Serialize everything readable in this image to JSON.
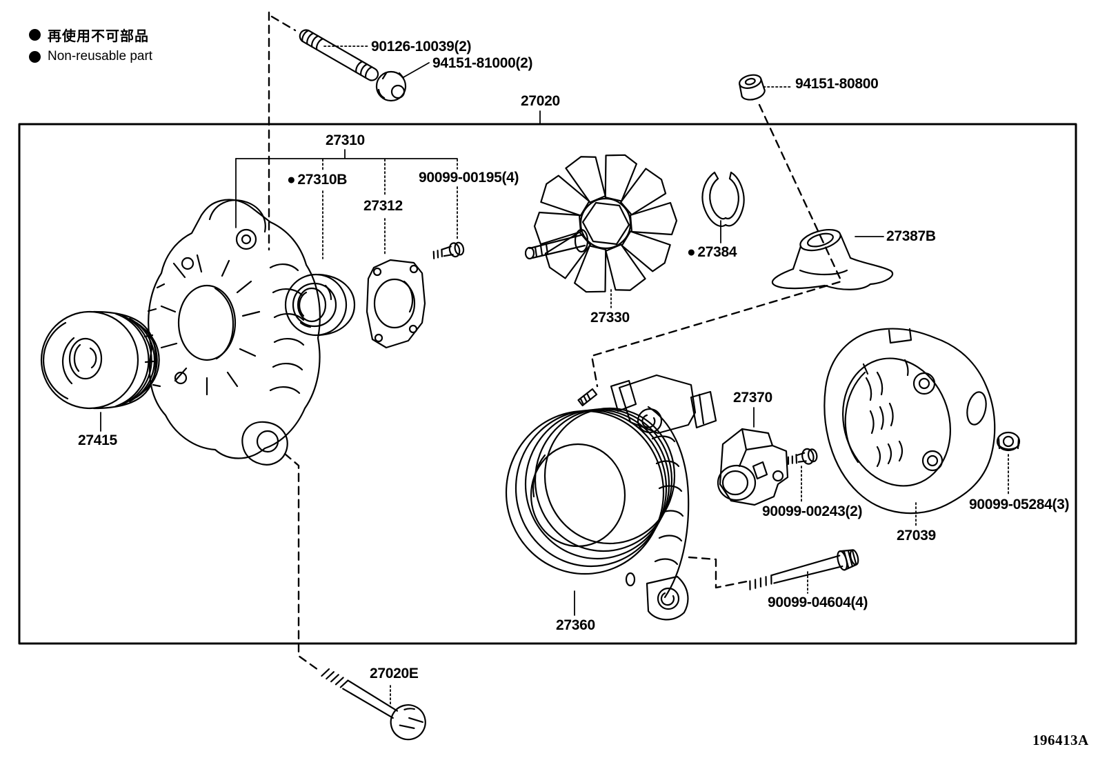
{
  "legend": {
    "bullet": "●",
    "line1_jp": "再使用不可部品",
    "line2_en": "Non-reusable part"
  },
  "figure_code": "196413A",
  "glyphs": {
    "non_reusable_bullet": "●"
  },
  "parts": {
    "stud_bolt": "90126-10039(2)",
    "stud_nut": "94151-81000(2)",
    "alternator_assembly": "27020",
    "terminal_nut": "94151-80800",
    "drive_end_frame": "27310",
    "bearing": "27310B",
    "bearing_bolt": "90099-00195(4)",
    "bearing_retainer": "27312",
    "rotor": "27330",
    "snap_ring": "27384",
    "terminal_insulator": "27387B",
    "pulley": "27415",
    "stator": "27360",
    "through_bolt": "90099-04604(4)",
    "brush_holder": "27370",
    "brush_holder_bolt": "90099-00243(2)",
    "rear_end_cover": "27039",
    "cover_nut": "90099-05284(3)",
    "long_bolt": "27020E"
  }
}
